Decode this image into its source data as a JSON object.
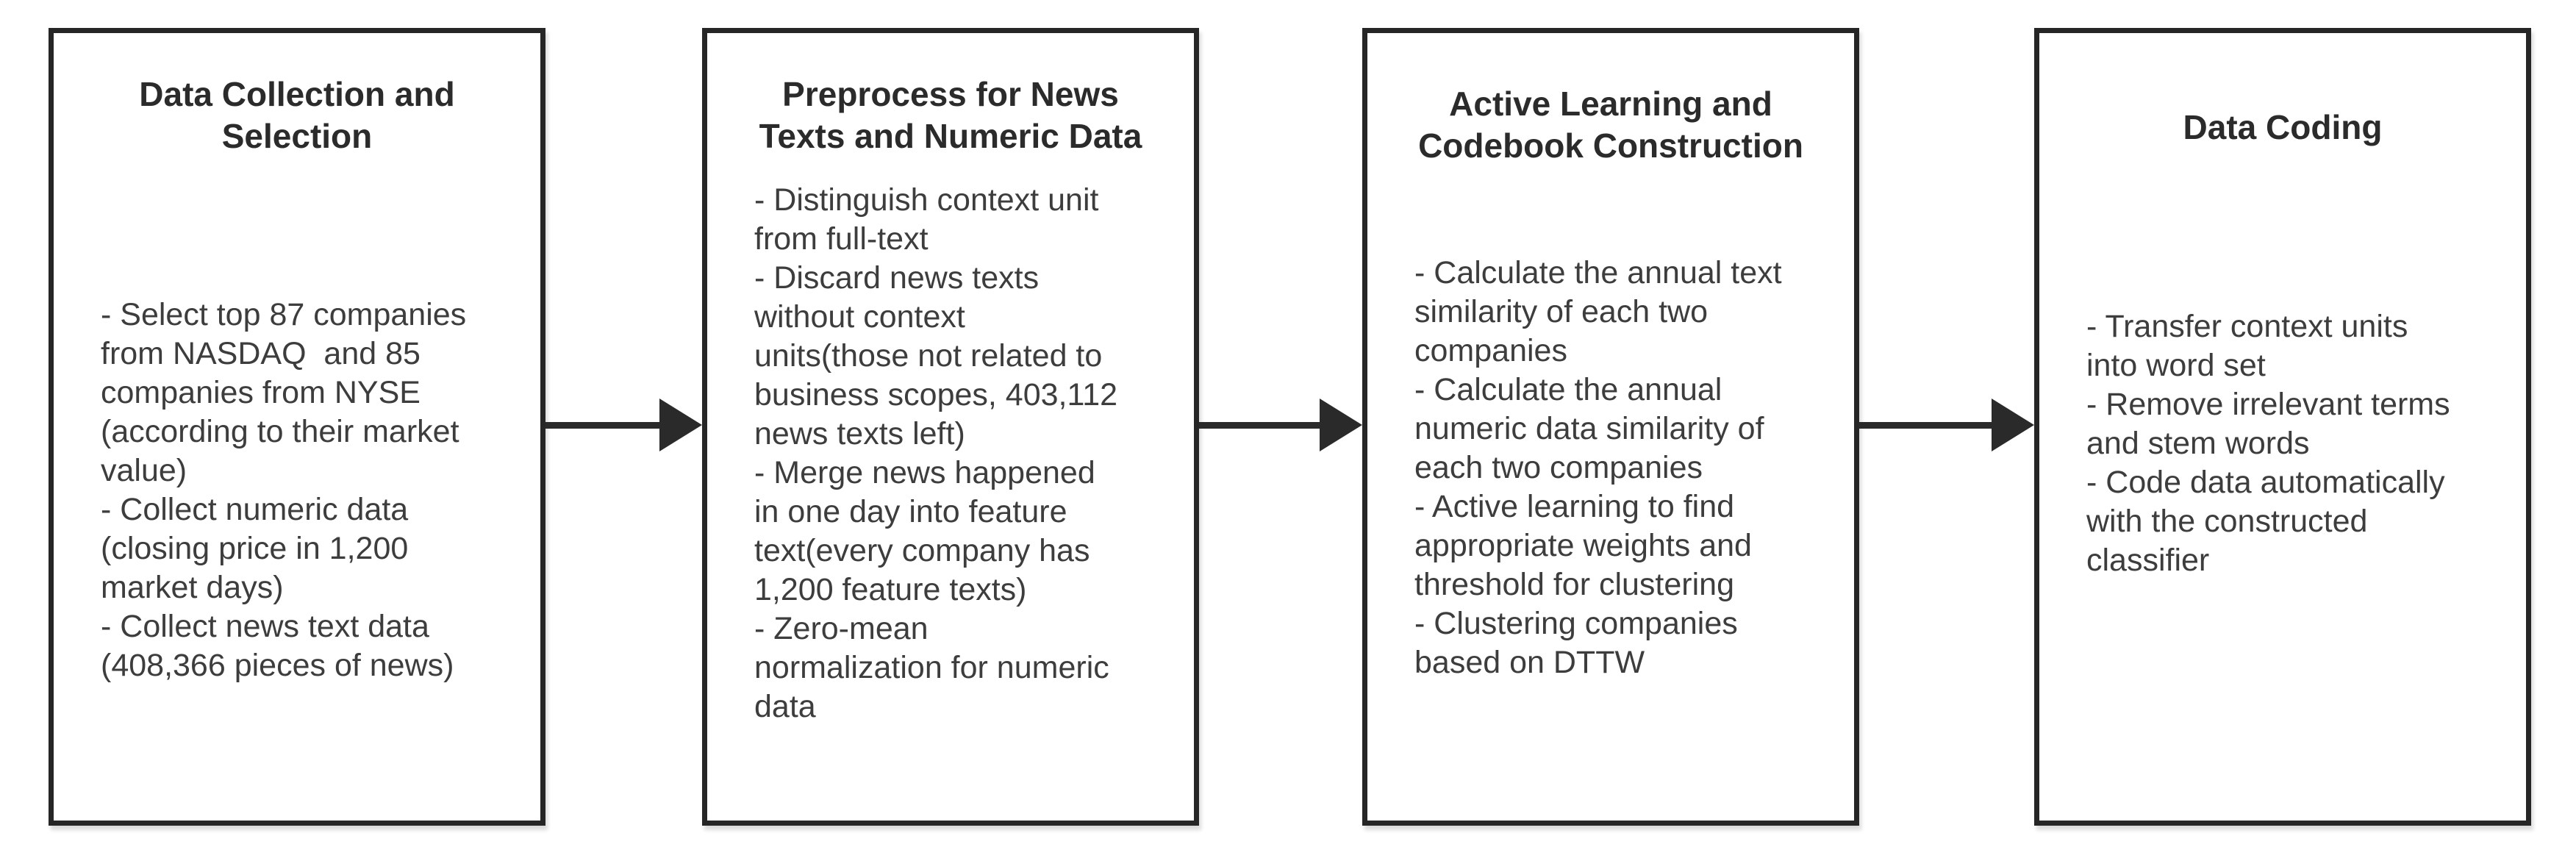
{
  "diagram": {
    "background_color": "#ffffff",
    "box_border_color": "#262626",
    "title_color": "#2b2b2b",
    "body_color": "#3d3d3d",
    "arrow_color": "#2a2a2a",
    "steps": [
      {
        "title": "Data Collection and\nSelection",
        "body": "- Select top 87 companies\nfrom NASDAQ  and 85\ncompanies from NYSE\n(according to their market\nvalue)\n- Collect numeric data\n(closing price in 1,200\nmarket days)\n- Collect news text data\n(408,366 pieces of news)"
      },
      {
        "title": "Preprocess for News\nTexts and Numeric Data",
        "body": "- Distinguish context unit\nfrom full-text\n- Discard news texts\nwithout context\nunits(those not related to\nbusiness scopes, 403,112\nnews texts left)\n- Merge news happened\nin one day into feature\ntext(every company has\n1,200 feature texts)\n- Zero-mean\nnormalization for numeric\ndata"
      },
      {
        "title": "Active Learning and\nCodebook Construction",
        "body": "- Calculate the annual text\nsimilarity of each two\ncompanies\n- Calculate the annual\nnumeric data similarity of\neach two companies\n- Active learning to find\nappropriate weights and\nthreshold for clustering\n- Clustering companies\nbased on DTTW"
      },
      {
        "title": "Data Coding",
        "body": "- Transfer context units\ninto word set\n- Remove irrelevant terms\nand stem words\n- Code data automatically\nwith the constructed\nclassifier"
      }
    ]
  }
}
